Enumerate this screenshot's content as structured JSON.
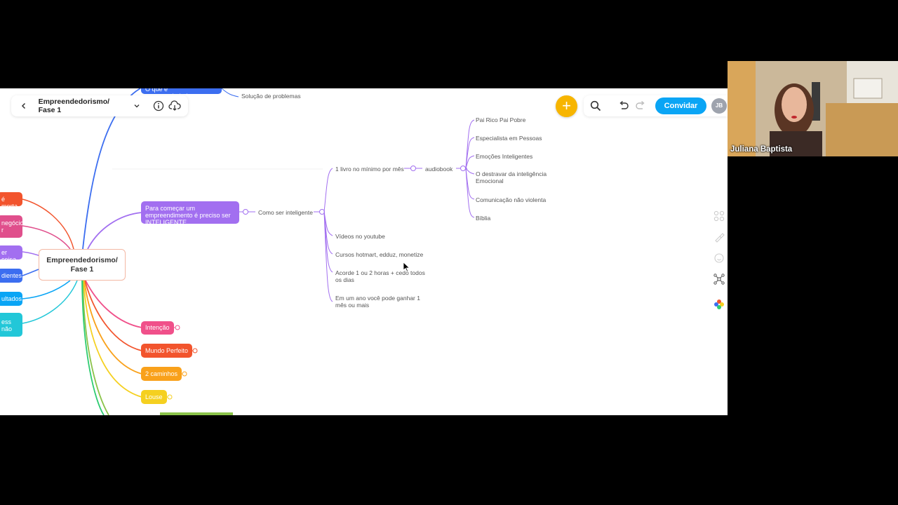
{
  "header": {
    "title": "Empreendedorismo/ Fase 1",
    "invite_label": "Convidar",
    "user_initials": "JB",
    "add_symbol": "+"
  },
  "mindmap": {
    "central": "Empreendedorismo/ Fase 1",
    "top_partial_node": "O que é empreendedorismo",
    "top_sub": "Solução de problemas",
    "left_partial": [
      "é morta",
      "negócio r",
      "er coisa",
      "dientes",
      "ultados",
      "ess não"
    ],
    "main_node": "Para começar um empreendimento é preciso ser INTELIGENTE",
    "sub1": "Como ser inteligente",
    "branches": [
      "1 livro no mínimo por mês",
      "Vídeos no youtube",
      "Cursos hotmart, edduz, monetize",
      "Acorde 1 ou 2 horas + cedo todos os dias",
      "Em um ano você pode ganhar 1 mês ou mais"
    ],
    "audiobook": "audiobook",
    "books": [
      "Pai Rico Pai Pobre",
      "Especialista em Pessoas",
      "Emoções Inteligentes",
      "O destravar da inteligência Emocional",
      "Comunicação não violenta",
      "Bíblia"
    ],
    "bottom_nodes": [
      {
        "label": "Intenção",
        "color": "#f0508a"
      },
      {
        "label": "Mundo Perfeito",
        "color": "#f2542d"
      },
      {
        "label": "2 caminhos",
        "color": "#f9a11b"
      },
      {
        "label": "Louse",
        "color": "#f5d020"
      }
    ]
  },
  "colors": {
    "accent_orange": "#f7b500",
    "invite_blue": "#0aa5f5",
    "purple": "#a26ff0",
    "blue_node": "#3c6ef0"
  },
  "video": {
    "participant_name": "Juliana Baptista"
  }
}
